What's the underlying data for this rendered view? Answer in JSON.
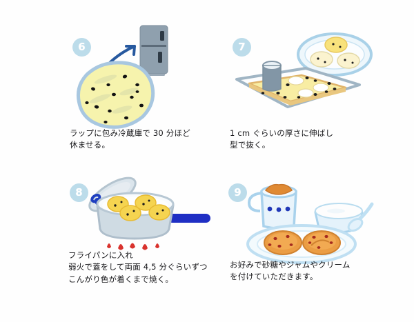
{
  "document": {
    "type": "illustrated-recipe-steps",
    "background_color": "#ffffff",
    "badge_color": "#bcdcea",
    "badge_text_color": "#ffffff",
    "caption_color": "#17171a"
  },
  "panels": [
    {
      "number": "6",
      "caption": "ラップに包み冷蔵庫で 30 分ほど\n休ませる。",
      "illustration_name": "dough-wrapped-in-plastic-with-fridge",
      "elements": [
        {
          "name": "refrigerator-icon",
          "color": "#8c9aa8"
        },
        {
          "name": "arrow-to-fridge-icon",
          "color": "#2b5fa8"
        },
        {
          "name": "wrapped-dough-blob",
          "dough_color": "#f5f2a8",
          "wrap_color": "#a9c9e0",
          "raisin_color": "#1a1a1a"
        }
      ]
    },
    {
      "number": "7",
      "caption": "1 cm ぐらいの厚さに伸ばし\n型で抜く。",
      "illustration_name": "rolled-dough-on-board-with-cutter",
      "elements": [
        {
          "name": "cutting-board",
          "color": "#9fb4c4"
        },
        {
          "name": "rolled-dough-sheet",
          "color": "#f7eaa0"
        },
        {
          "name": "round-cookie-cutter",
          "color": "#7e93a4"
        },
        {
          "name": "plate-with-cut-scones",
          "plate_color": "#bdd9ec",
          "scone_color": "#f7e07a"
        }
      ]
    },
    {
      "number": "8",
      "caption": "フライパンに入れ\n弱火で蓋をして両面 4,5 分ぐらいずつ\nこんがり色が着くまで焼く。",
      "illustration_name": "frying-pan-with-scones-on-flame",
      "elements": [
        {
          "name": "pan-lid",
          "color": "#c6d2da",
          "knob_color": "#1f3fc0"
        },
        {
          "name": "frying-pan",
          "body_color": "#c9d6de",
          "handle_color": "#1f2fc4"
        },
        {
          "name": "scones-in-pan",
          "color": "#f5d44f"
        },
        {
          "name": "stove-flames",
          "color": "#d9332e"
        }
      ]
    },
    {
      "number": "9",
      "caption": "お好みで砂糖やジャムやクリーム\nを付けていただきます。",
      "illustration_name": "served-scones-with-jam-cream-and-sugar",
      "elements": [
        {
          "name": "jam-jar",
          "glass_color": "#c7e1f2",
          "jam_color": "#e08a33"
        },
        {
          "name": "cream-bowl",
          "bowl_color": "#c2dff0",
          "cream_color": "#fbfbfb"
        },
        {
          "name": "spoon",
          "color": "#c2dff0"
        },
        {
          "name": "plate-with-baked-scones",
          "plate_color": "#cfe6f5",
          "scone_color": "#e8963f",
          "raisin_color": "#a62b1e"
        }
      ]
    }
  ]
}
